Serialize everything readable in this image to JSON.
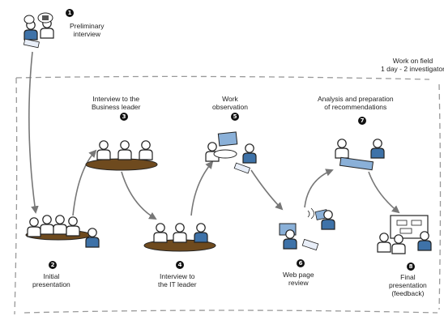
{
  "work_on_field": {
    "line1": "Work on field",
    "line2": "1 day - 2 investigator"
  },
  "steps": [
    {
      "number": "1",
      "line1": "Preliminary",
      "line2": "interview"
    },
    {
      "number": "2",
      "line1": "Initial",
      "line2": "presentation"
    },
    {
      "number": "3",
      "line1": "Interview to the",
      "line2": "Business leader"
    },
    {
      "number": "4",
      "line1": "Interview to",
      "line2": "the IT leader"
    },
    {
      "number": "5",
      "line1": "Work",
      "line2": "observation"
    },
    {
      "number": "6",
      "line1": "Web page",
      "line2": "review"
    },
    {
      "number": "7",
      "line1": "Analysis and preparation",
      "line2": "of recommendations"
    },
    {
      "number": "8",
      "line1": "Final",
      "line2": "presentation",
      "line3": "(feedback)"
    }
  ],
  "colors": {
    "user": "#3e72a8",
    "table": "#6e4a1e",
    "outline": "#222222",
    "arrow": "#777777",
    "dashed": "#999999"
  }
}
